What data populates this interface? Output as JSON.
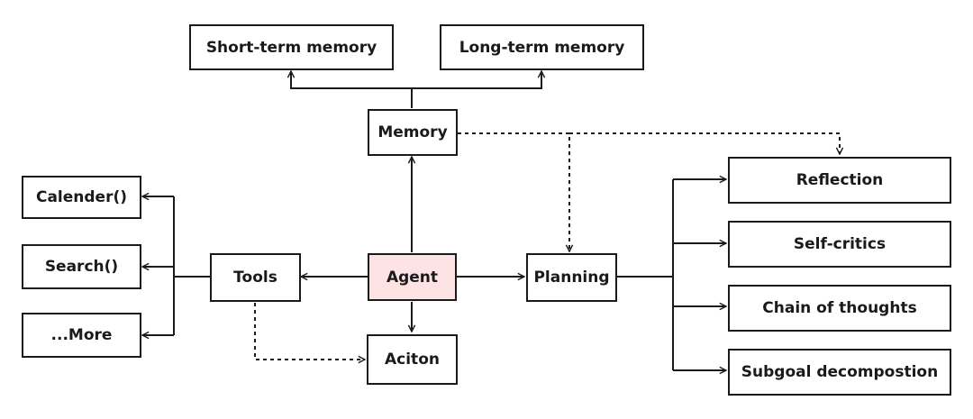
{
  "nodes": {
    "short_term_memory": "Short-term memory",
    "long_term_memory": "Long-term memory",
    "memory": "Memory",
    "reflection": "Reflection",
    "self_critics": "Self-critics",
    "chain_of_thoughts": "Chain of thoughts",
    "subgoal_decomposition": "Subgoal decompostion",
    "calender": "Calender()",
    "search": "Search()",
    "more": "...More",
    "tools": "Tools",
    "agent": "Agent",
    "planning": "Planning",
    "action": "Aciton"
  },
  "colors": {
    "agent_fill": "#fde3e3",
    "stroke": "#1a1a1a"
  }
}
